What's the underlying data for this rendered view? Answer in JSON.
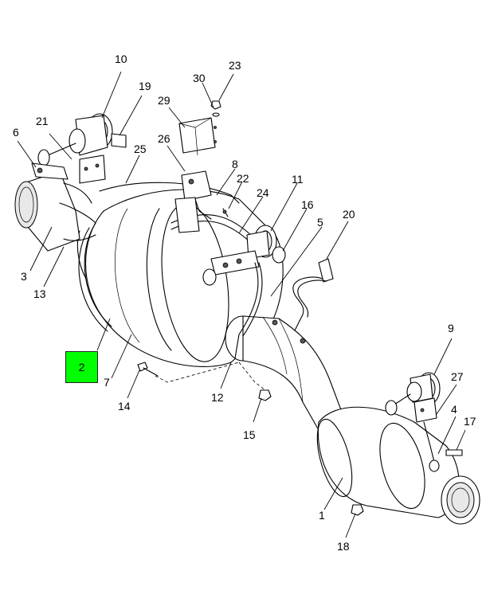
{
  "diagram": {
    "highlight": {
      "label": "2",
      "color": "#00ff00"
    },
    "callouts": [
      {
        "id": "c1",
        "label": "1"
      },
      {
        "id": "c3",
        "label": "3"
      },
      {
        "id": "c4",
        "label": "4"
      },
      {
        "id": "c5",
        "label": "5"
      },
      {
        "id": "c6",
        "label": "6"
      },
      {
        "id": "c7",
        "label": "7"
      },
      {
        "id": "c8",
        "label": "8"
      },
      {
        "id": "c9",
        "label": "9"
      },
      {
        "id": "c10",
        "label": "10"
      },
      {
        "id": "c11",
        "label": "11"
      },
      {
        "id": "c12",
        "label": "12"
      },
      {
        "id": "c13",
        "label": "13"
      },
      {
        "id": "c14",
        "label": "14"
      },
      {
        "id": "c15",
        "label": "15"
      },
      {
        "id": "c16",
        "label": "16"
      },
      {
        "id": "c17",
        "label": "17"
      },
      {
        "id": "c18",
        "label": "18"
      },
      {
        "id": "c19",
        "label": "19"
      },
      {
        "id": "c20",
        "label": "20"
      },
      {
        "id": "c21",
        "label": "21"
      },
      {
        "id": "c22",
        "label": "22"
      },
      {
        "id": "c23",
        "label": "23"
      },
      {
        "id": "c24",
        "label": "24"
      },
      {
        "id": "c25",
        "label": "25"
      },
      {
        "id": "c26",
        "label": "26"
      },
      {
        "id": "c27",
        "label": "27"
      },
      {
        "id": "c29",
        "label": "29"
      },
      {
        "id": "c30",
        "label": "30"
      }
    ]
  }
}
